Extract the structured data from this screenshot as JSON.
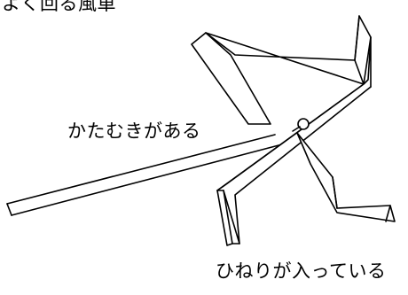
{
  "diagram": {
    "title": "よく回る風車",
    "tilt_label": "かたむきがある",
    "twist_label": "ひねりが入っている"
  }
}
